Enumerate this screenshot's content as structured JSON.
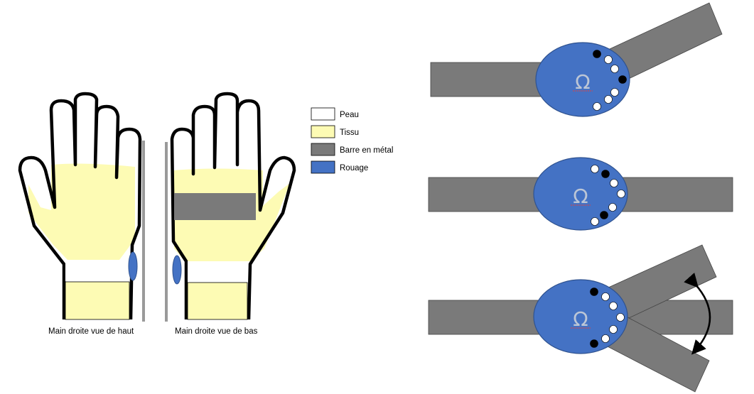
{
  "captions": {
    "left_hand": "Main droite vue de haut",
    "right_hand": "Main droite vue de bas"
  },
  "legend": [
    {
      "label": "Peau",
      "color": "#ffffff"
    },
    {
      "label": "Tissu",
      "color": "#fdfbb4"
    },
    {
      "label": "Barre en métal",
      "color": "#7a7a7a"
    },
    {
      "label": "Rouage",
      "color": "#4472c4"
    }
  ],
  "colors": {
    "skin": "#ffffff",
    "fabric": "#fdfbb4",
    "metal": "#7a7a7a",
    "gear": "#4472c4",
    "outline": "#000000"
  },
  "gears": [
    {
      "name": "gear-bent-up",
      "holes": [
        "filled",
        "open",
        "open",
        "filled",
        "open",
        "open",
        "open"
      ]
    },
    {
      "name": "gear-straight",
      "holes": [
        "open",
        "filled",
        "open",
        "open",
        "open",
        "filled",
        "open"
      ]
    },
    {
      "name": "gear-range",
      "holes": [
        "filled",
        "open",
        "open",
        "open",
        "open",
        "open",
        "filled"
      ]
    }
  ],
  "gear_symbol": "Ω"
}
